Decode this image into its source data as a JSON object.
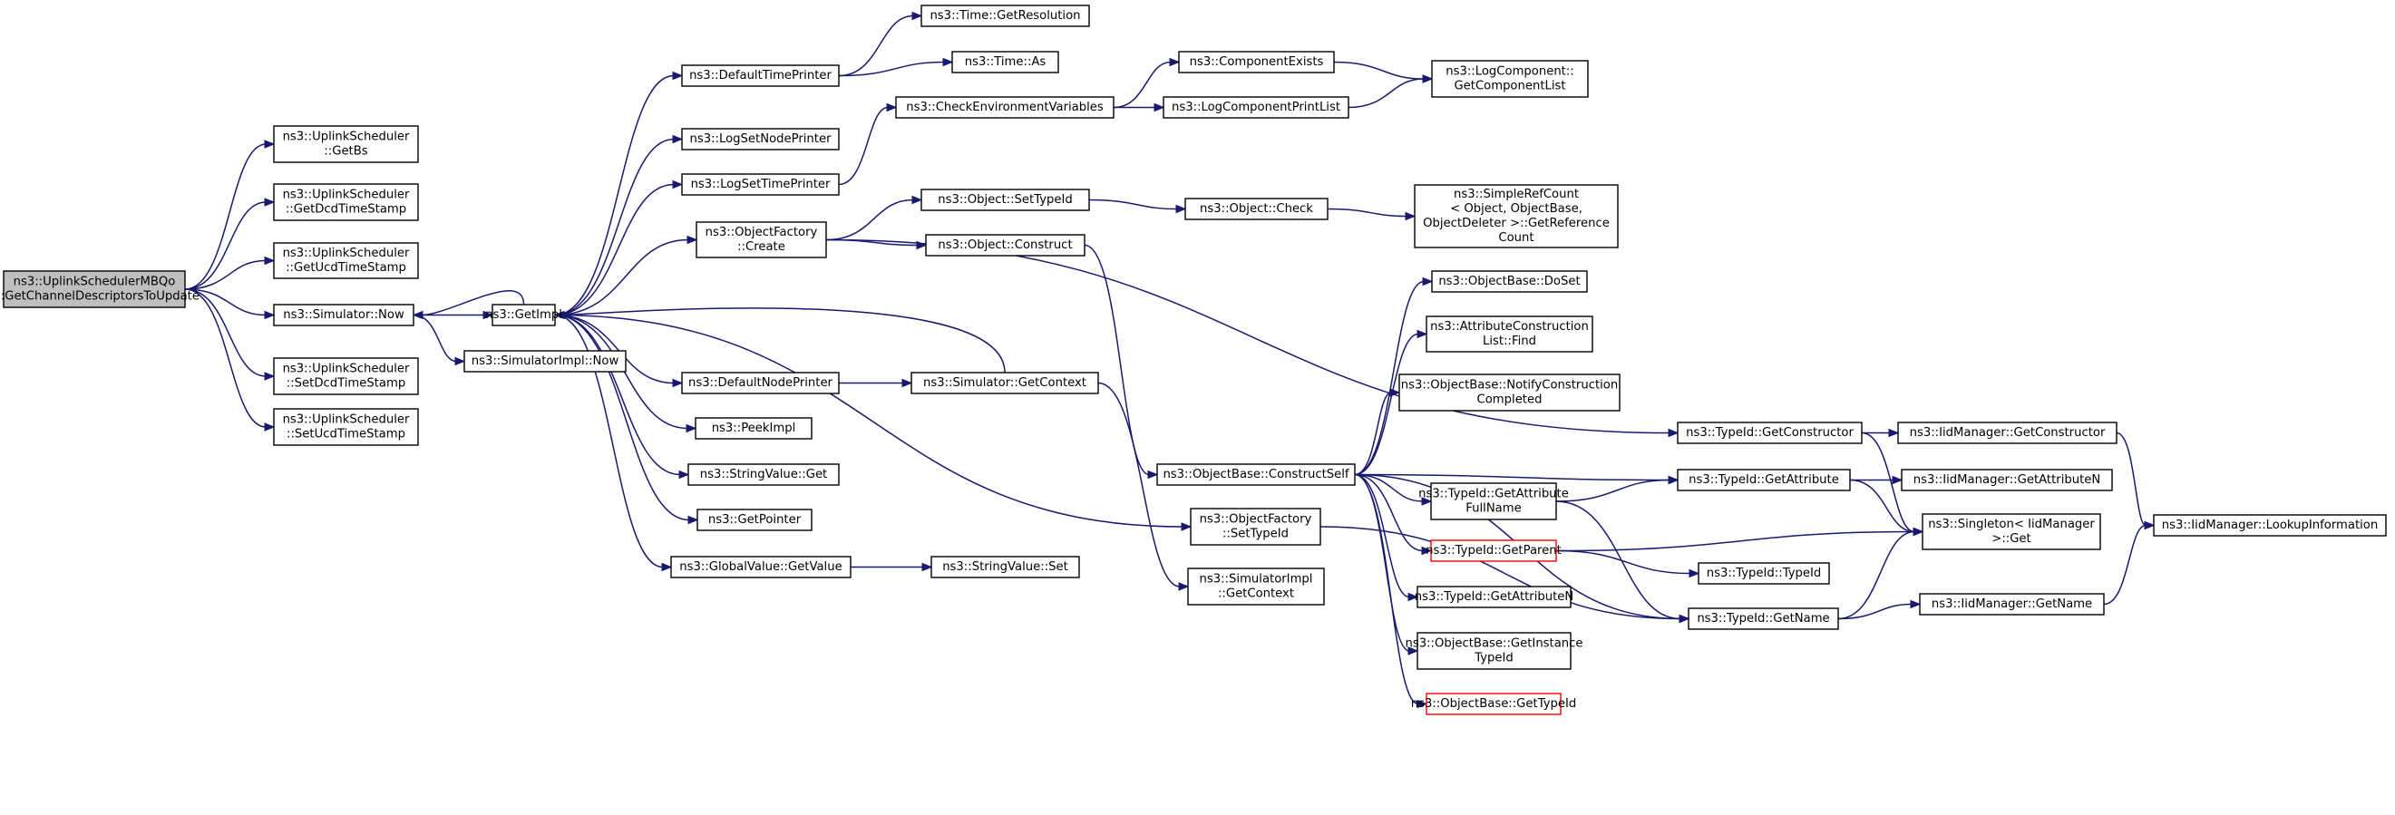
{
  "diagram": {
    "type": "call-graph",
    "colors": {
      "edge": "#191970",
      "root_fill": "#bfbfbf",
      "node_border": "#000000",
      "highlight_border": "#ff0000",
      "background": "#ffffff"
    },
    "nodes": [
      {
        "id": "root",
        "lines": [
          "ns3::UplinkSchedulerMBQo",
          "S::GetChannelDescriptorsToUpdate"
        ],
        "style": "root"
      },
      {
        "id": "getbs",
        "lines": [
          "ns3::UplinkScheduler",
          "::GetBs"
        ]
      },
      {
        "id": "getdcd",
        "lines": [
          "ns3::UplinkScheduler",
          "::GetDcdTimeStamp"
        ]
      },
      {
        "id": "getucd",
        "lines": [
          "ns3::UplinkScheduler",
          "::GetUcdTimeStamp"
        ]
      },
      {
        "id": "simnow",
        "lines": [
          "ns3::Simulator::Now"
        ]
      },
      {
        "id": "setdcd",
        "lines": [
          "ns3::UplinkScheduler",
          "::SetDcdTimeStamp"
        ]
      },
      {
        "id": "setucd",
        "lines": [
          "ns3::UplinkScheduler",
          "::SetUcdTimeStamp"
        ]
      },
      {
        "id": "getimpl",
        "lines": [
          "ns3::GetImpl"
        ]
      },
      {
        "id": "simimplnow",
        "lines": [
          "ns3::SimulatorImpl::Now"
        ]
      },
      {
        "id": "dtp",
        "lines": [
          "ns3::DefaultTimePrinter"
        ]
      },
      {
        "id": "lsnp",
        "lines": [
          "ns3::LogSetNodePrinter"
        ]
      },
      {
        "id": "lstp",
        "lines": [
          "ns3::LogSetTimePrinter"
        ]
      },
      {
        "id": "ofcreate",
        "lines": [
          "ns3::ObjectFactory",
          "::Create"
        ]
      },
      {
        "id": "dnp",
        "lines": [
          "ns3::DefaultNodePrinter"
        ]
      },
      {
        "id": "peekimpl",
        "lines": [
          "ns3::PeekImpl"
        ]
      },
      {
        "id": "svget",
        "lines": [
          "ns3::StringValue::Get"
        ]
      },
      {
        "id": "getpointer",
        "lines": [
          "ns3::GetPointer"
        ]
      },
      {
        "id": "gvgetvalue",
        "lines": [
          "ns3::GlobalValue::GetValue"
        ]
      },
      {
        "id": "timeres",
        "lines": [
          "ns3::Time::GetResolution"
        ]
      },
      {
        "id": "timeas",
        "lines": [
          "ns3::Time::As"
        ]
      },
      {
        "id": "cev",
        "lines": [
          "ns3::CheckEnvironmentVariables"
        ]
      },
      {
        "id": "objsettid",
        "lines": [
          "ns3::Object::SetTypeId"
        ]
      },
      {
        "id": "objconstruct",
        "lines": [
          "ns3::Object::Construct"
        ]
      },
      {
        "id": "simgetctx",
        "lines": [
          "ns3::Simulator::GetContext"
        ]
      },
      {
        "id": "svset",
        "lines": [
          "ns3::StringValue::Set"
        ]
      },
      {
        "id": "compexists",
        "lines": [
          "ns3::ComponentExists"
        ]
      },
      {
        "id": "lcpl",
        "lines": [
          "ns3::LogComponentPrintList"
        ]
      },
      {
        "id": "lcgcl",
        "lines": [
          "ns3::LogComponent::",
          "GetComponentList"
        ]
      },
      {
        "id": "objcheck",
        "lines": [
          "ns3::Object::Check"
        ]
      },
      {
        "id": "srcgrc",
        "lines": [
          "ns3::SimpleRefCount",
          "< Object, ObjectBase,",
          " ObjectDeleter >::GetReference",
          "Count"
        ]
      },
      {
        "id": "obdoset",
        "lines": [
          "ns3::ObjectBase::DoSet"
        ]
      },
      {
        "id": "aclfind",
        "lines": [
          "ns3::AttributeConstruction",
          "List::Find"
        ]
      },
      {
        "id": "obnotify",
        "lines": [
          "ns3::ObjectBase::NotifyConstruction",
          "Completed"
        ]
      },
      {
        "id": "obconstructself",
        "lines": [
          "ns3::ObjectBase::ConstructSelf"
        ]
      },
      {
        "id": "ofsettid",
        "lines": [
          "ns3::ObjectFactory",
          "::SetTypeId"
        ]
      },
      {
        "id": "simimplgetctx",
        "lines": [
          "ns3::SimulatorImpl",
          "::GetContext"
        ]
      },
      {
        "id": "tidgetattrfull",
        "lines": [
          "ns3::TypeId::GetAttribute",
          "FullName"
        ]
      },
      {
        "id": "tidgetparent",
        "lines": [
          "ns3::TypeId::GetParent"
        ],
        "style": "red"
      },
      {
        "id": "tidgetattrn",
        "lines": [
          "ns3::TypeId::GetAttributeN"
        ]
      },
      {
        "id": "obgetinst",
        "lines": [
          "ns3::ObjectBase::GetInstance",
          "TypeId"
        ]
      },
      {
        "id": "obgettid",
        "lines": [
          "ns3::ObjectBase::GetTypeId"
        ],
        "style": "red"
      },
      {
        "id": "tidgetctor",
        "lines": [
          "ns3::TypeId::GetConstructor"
        ]
      },
      {
        "id": "tidgetattr",
        "lines": [
          "ns3::TypeId::GetAttribute"
        ]
      },
      {
        "id": "tidtid",
        "lines": [
          "ns3::TypeId::TypeId"
        ]
      },
      {
        "id": "tidgetname",
        "lines": [
          "ns3::TypeId::GetName"
        ]
      },
      {
        "id": "iidgetctor",
        "lines": [
          "ns3::IidManager::GetConstructor"
        ]
      },
      {
        "id": "iidgetattrn",
        "lines": [
          "ns3::IidManager::GetAttributeN"
        ]
      },
      {
        "id": "singleton",
        "lines": [
          "ns3::Singleton< IidManager",
          " >::Get"
        ]
      },
      {
        "id": "iidgetname",
        "lines": [
          "ns3::IidManager::GetName"
        ]
      },
      {
        "id": "iidlookup",
        "lines": [
          "ns3::IidManager::LookupInformation"
        ]
      }
    ],
    "edges": [
      [
        "root",
        "getbs"
      ],
      [
        "root",
        "getdcd"
      ],
      [
        "root",
        "getucd"
      ],
      [
        "root",
        "simnow"
      ],
      [
        "root",
        "setdcd"
      ],
      [
        "root",
        "setucd"
      ],
      [
        "simnow",
        "getimpl"
      ],
      [
        "simnow",
        "simimplnow"
      ],
      [
        "getimpl",
        "dtp"
      ],
      [
        "getimpl",
        "lsnp"
      ],
      [
        "getimpl",
        "lstp"
      ],
      [
        "getimpl",
        "ofcreate"
      ],
      [
        "getimpl",
        "dnp"
      ],
      [
        "getimpl",
        "peekimpl"
      ],
      [
        "getimpl",
        "svget"
      ],
      [
        "getimpl",
        "getpointer"
      ],
      [
        "getimpl",
        "gvgetvalue"
      ],
      [
        "getimpl",
        "ofsettid"
      ],
      [
        "getimpl",
        "simnow"
      ],
      [
        "dtp",
        "timeres"
      ],
      [
        "dtp",
        "timeas"
      ],
      [
        "lstp",
        "cev"
      ],
      [
        "cev",
        "compexists"
      ],
      [
        "cev",
        "lcpl"
      ],
      [
        "compexists",
        "lcgcl"
      ],
      [
        "lcpl",
        "lcgcl"
      ],
      [
        "ofcreate",
        "objsettid"
      ],
      [
        "ofcreate",
        "objconstruct"
      ],
      [
        "ofcreate",
        "tidgetctor"
      ],
      [
        "objsettid",
        "objcheck"
      ],
      [
        "objcheck",
        "srcgrc"
      ],
      [
        "objconstruct",
        "obconstructself"
      ],
      [
        "dnp",
        "simgetctx"
      ],
      [
        "simgetctx",
        "getimpl"
      ],
      [
        "simgetctx",
        "simimplgetctx"
      ],
      [
        "gvgetvalue",
        "svset"
      ],
      [
        "obconstructself",
        "obdoset"
      ],
      [
        "obconstructself",
        "aclfind"
      ],
      [
        "obconstructself",
        "obnotify"
      ],
      [
        "obconstructself",
        "tidgetattrfull"
      ],
      [
        "obconstructself",
        "tidgetparent"
      ],
      [
        "obconstructself",
        "tidgetattrn"
      ],
      [
        "obconstructself",
        "obgetinst"
      ],
      [
        "obconstructself",
        "obgettid"
      ],
      [
        "obconstructself",
        "tidgetattr"
      ],
      [
        "obconstructself",
        "tidgetname"
      ],
      [
        "ofsettid",
        "tidgetname"
      ],
      [
        "tidgetattrfull",
        "tidgetattr"
      ],
      [
        "tidgetattrfull",
        "tidgetname"
      ],
      [
        "tidgetparent",
        "singleton"
      ],
      [
        "tidgetparent",
        "tidtid"
      ],
      [
        "tidgetctor",
        "iidgetctor"
      ],
      [
        "tidgetctor",
        "singleton"
      ],
      [
        "tidgetattr",
        "iidgetattrn"
      ],
      [
        "tidgetattr",
        "singleton"
      ],
      [
        "tidgetname",
        "singleton"
      ],
      [
        "tidgetname",
        "iidgetname"
      ],
      [
        "iidgetctor",
        "iidlookup"
      ],
      [
        "iidgetname",
        "iidlookup"
      ]
    ]
  }
}
